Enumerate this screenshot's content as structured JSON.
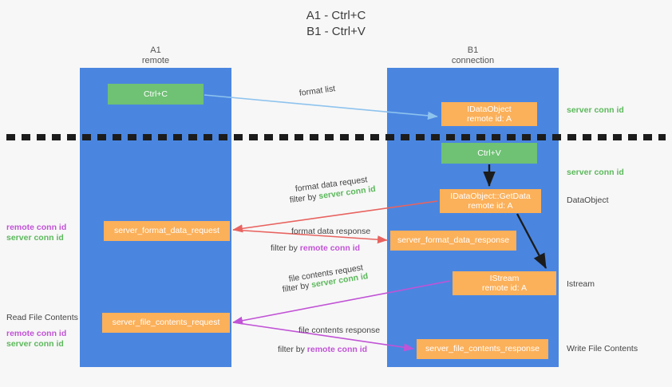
{
  "title": {
    "line1": "A1 - Ctrl+C",
    "line2": "B1 - Ctrl+V"
  },
  "lanes": [
    {
      "id": "a1",
      "name": "A1",
      "sub": "remote",
      "color": "#4a86e0"
    },
    {
      "id": "b1",
      "name": "B1",
      "sub": "connection",
      "color": "#4a86e0"
    }
  ],
  "colors": {
    "lane": "#4a86e0",
    "green_box": "#6fc174",
    "orange_box": "#fbb05a",
    "server_conn_id": "#5cb85c",
    "remote_conn_id": "#c153d6",
    "arrow_format_list": "#8ec3ee",
    "arrow_format_data": "#e8635f",
    "arrow_file_contents": "#c153d6",
    "arrow_internal": "#1c1c1c",
    "background": "#f7f7f7"
  },
  "boxes": {
    "ctrl_c": {
      "label": "Ctrl+C",
      "kind": "green"
    },
    "data_object": {
      "label": "IDataObject",
      "sub": "remote id: A",
      "kind": "orange"
    },
    "ctrl_v": {
      "label": "Ctrl+V",
      "kind": "green"
    },
    "get_data": {
      "label": "IDataObject::GetData",
      "sub": "remote id: A",
      "kind": "orange"
    },
    "server_format_data_request": {
      "label": "server_format_data_request",
      "kind": "orange"
    },
    "server_format_data_response": {
      "label": "server_format_data_response",
      "kind": "orange"
    },
    "istream": {
      "label": "IStream",
      "sub": "remote id: A",
      "kind": "orange"
    },
    "server_file_contents_request": {
      "label": "server_file_contents_request",
      "kind": "orange"
    },
    "server_file_contents_response": {
      "label": "server_file_contents_response",
      "kind": "orange"
    }
  },
  "edge_labels": {
    "format_list": "format list",
    "format_data_request": "format data request",
    "format_data_request_filter_prefix": "filter by ",
    "format_data_request_filter_value": "server conn id",
    "format_data_response": "format data response",
    "format_data_response_filter_prefix": "filter by ",
    "format_data_response_filter_value": "remote conn id",
    "file_contents_request": "file contents request",
    "file_contents_request_filter_prefix": "filter by ",
    "file_contents_request_filter_value": "server conn id",
    "file_contents_response": "file contents response",
    "file_contents_response_filter_prefix": "filter by ",
    "file_contents_response_filter_value": "remote conn id"
  },
  "right_annotations": {
    "server_conn_id_top": "server conn id",
    "server_conn_id_mid": "server conn id",
    "data_object": "DataObject",
    "istream": "Istream",
    "write_file_contents": "Write File Contents"
  },
  "left_annotations": {
    "remote_conn_id_top": "remote conn id",
    "server_conn_id_top": "server conn id",
    "read_file_contents": "Read File Contents",
    "remote_conn_id_bottom": "remote conn id",
    "server_conn_id_bottom": "server conn id"
  }
}
